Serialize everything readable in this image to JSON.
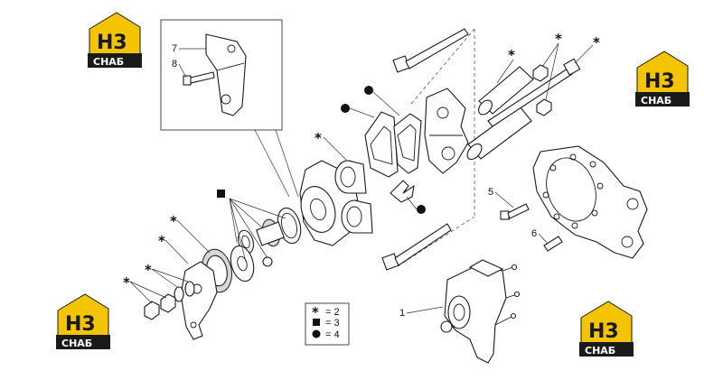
{
  "logo": {
    "letters": "Н3",
    "word": "СНАБ",
    "color_yellow": "#f5c400",
    "color_dark": "#1a1a1a"
  },
  "callouts": {
    "p1": "1",
    "p5": "5",
    "p6": "6",
    "p7": "7",
    "p8": "8"
  },
  "marks": {
    "star": "*"
  },
  "legend": {
    "star_text": "= 2",
    "square_text": "= 3",
    "circle_text": "= 4"
  }
}
